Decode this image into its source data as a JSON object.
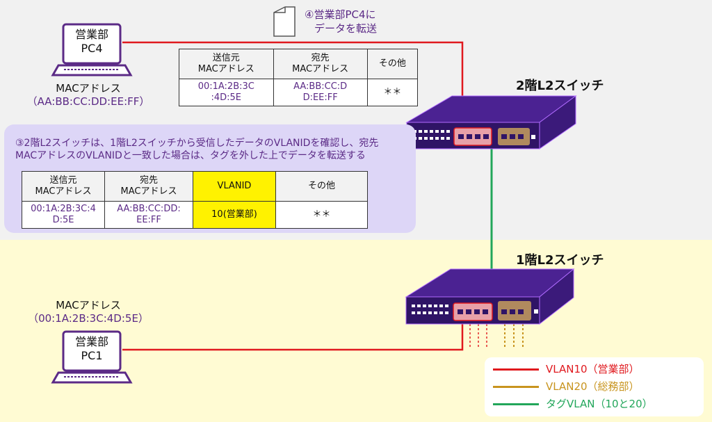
{
  "floors": {
    "second_switch_label": "2階L2スイッチ",
    "first_switch_label": "1階L2スイッチ"
  },
  "pc4": {
    "name_line1": "営業部",
    "name_line2": "PC4",
    "mac_label": "MACアドレス",
    "mac_value": "（AA:BB:CC:DD:EE:FF）"
  },
  "pc1": {
    "name_line1": "営業部",
    "name_line2": "PC1",
    "mac_label": "MACアドレス",
    "mac_value": "（00:1A:2B:3C:4D:5E）"
  },
  "step4": {
    "line1": "④営業部PC4に",
    "line2": "データを転送"
  },
  "frame_top": {
    "headers": [
      "送信元\nMACアドレス",
      "宛先\nMACアドレス",
      "その他"
    ],
    "values": [
      "00:1A:2B:3C\n:4D:5E",
      "AA:BB:CC:D\nD:EE:FF",
      "＊＊"
    ]
  },
  "step3": {
    "line1": "③2階L2スイッチは、1階L2スイッチから受信したデータのVLANIDを確認し、宛先",
    "line2": "MACアドレスのVLANIDと一致した場合は、タグを外した上でデータを転送する"
  },
  "frame_tagged": {
    "headers": [
      "送信元\nMACアドレス",
      "宛先\nMACアドレス",
      "VLANID",
      "その他"
    ],
    "values": [
      "00:1A:2B:3C:4\nD:5E",
      "AA:BB:CC:DD:\nEE:FF",
      "10(営業部)",
      "＊＊"
    ]
  },
  "legend": {
    "items": [
      {
        "label": "VLAN10（営業部）",
        "color": "#e0191e"
      },
      {
        "label": "VLAN20（総務部）",
        "color": "#c8941e"
      },
      {
        "label": "タグVLAN（10と20）",
        "color": "#22a65a"
      }
    ]
  },
  "colors": {
    "vlan10": "#e0191e",
    "vlan20": "#c8941e",
    "tagged": "#22a65a",
    "switch_body": "#3b1a7a",
    "text_purple": "#5b2a86"
  }
}
